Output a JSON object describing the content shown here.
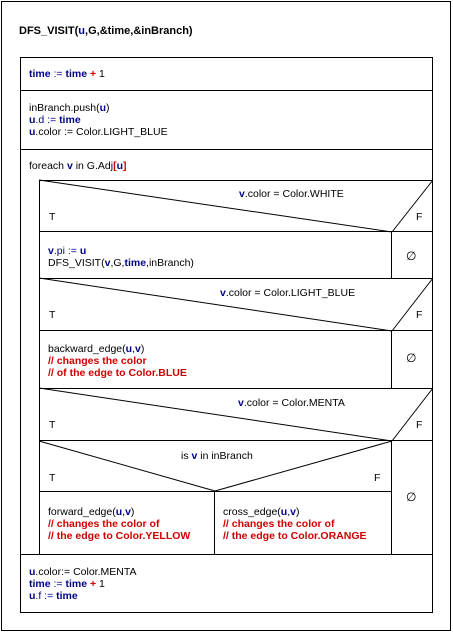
{
  "title": {
    "name": "DFS_VISIT",
    "open": "(",
    "u": "u",
    "rest": ",G,&time,&inBranch)"
  },
  "block1": {
    "time1": "time",
    "assign": " := ",
    "time2": "time",
    "plus": " + ",
    "one": "1"
  },
  "block2": {
    "l1_pre": "inBranch.push(",
    "l1_u": "u",
    "l1_post": ")",
    "l2_u": "u",
    "l2_mid": ".d := ",
    "l2_time": "time",
    "l3_u": "u",
    "l3_mid": ".color := Color.LIGHT_BLUE"
  },
  "loop": {
    "pre": "foreach ",
    "v": "v",
    "mid": " in G.Adj",
    "br_open": "[",
    "u": "u",
    "br_close": "]"
  },
  "if1": {
    "cond_v": "v",
    "cond_rest": ".color = Color.WHITE",
    "t": "T",
    "f": "F",
    "a1_v": "v",
    "a1_mid": ".pi := ",
    "a1_u": "u",
    "a2_pre": "DFS_VISIT(",
    "a2_v": "v",
    "a2_g": ",G,",
    "a2_time": "time",
    "a2_post": ",inBranch)",
    "empty": "∅"
  },
  "if2": {
    "cond_v": "v",
    "cond_rest": ".color = Color.LIGHT_BLUE",
    "t": "T",
    "f": "F",
    "b1_pre": "backward_edge(",
    "b1_u": "u",
    "b1_comma": ",",
    "b1_v": "v",
    "b1_post": ")",
    "b2": "// changes the color",
    "b3": "// of the edge to Color.BLUE",
    "empty": "∅"
  },
  "if3": {
    "cond_v": "v",
    "cond_rest": ".color = Color.MENTA",
    "t": "T",
    "f": "F",
    "empty": "∅"
  },
  "if4": {
    "cond_pre": "is ",
    "cond_v": "v",
    "cond_post": " in inBranch",
    "t": "T",
    "f": "F",
    "fw1_pre": "forward_edge(",
    "fw1_u": "u",
    "fw1_comma": ",",
    "fw1_v": "v",
    "fw1_post": ")",
    "fw2": "// changes the color of",
    "fw3": "// the edge to Color.YELLOW",
    "cr1_pre": "cross_edge(",
    "cr1_u": "u",
    "cr1_comma": ",",
    "cr1_v": "v",
    "cr1_post": ")",
    "cr2": "// changes the color of",
    "cr3": "// the edge to Color.ORANGE"
  },
  "final": {
    "l1_u": "u",
    "l1_rest": ".color:= Color.MENTA",
    "l2_t1": "time",
    "l2_assign": " := ",
    "l2_t2": "time",
    "l2_plus": " + ",
    "l2_one": "1",
    "l3_u": "u",
    "l3_mid": ".f := ",
    "l3_time": "time"
  }
}
